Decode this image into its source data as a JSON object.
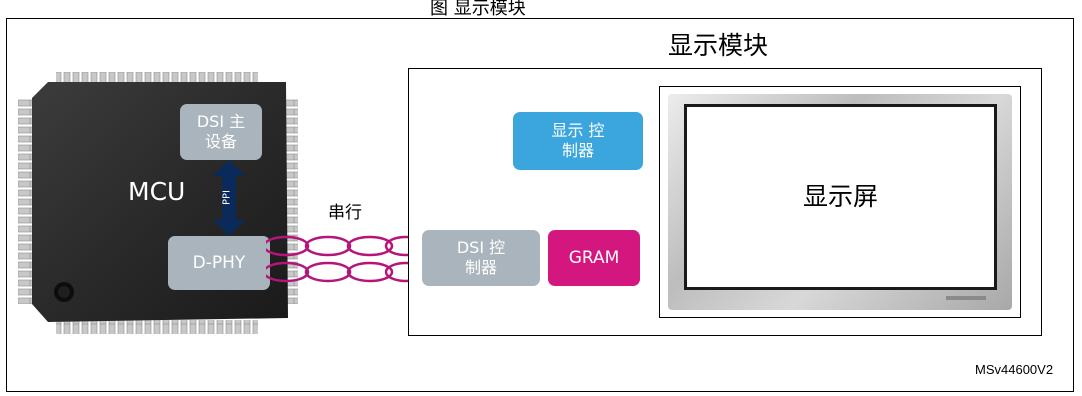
{
  "figure_title": "图 显示模块",
  "mcu": {
    "label": "MCU",
    "dsi_host": "DSI 主设备",
    "ppi_label": "PPI",
    "dphy": "D-PHY"
  },
  "link": {
    "label": "串行"
  },
  "display_module": {
    "title": "显示模块",
    "display_controller": "显示 控制器",
    "dsi_controller": "DSI 控制器",
    "gram": "GRAM",
    "screen": "显示屏"
  },
  "reference_code": "MSv44600V2",
  "colors": {
    "gray_block": "#a9b4bc",
    "display_controller": "#3aa6dd",
    "gram": "#d4167f",
    "arrow": "#0b2a5c",
    "link_coils": "#b5157a"
  }
}
